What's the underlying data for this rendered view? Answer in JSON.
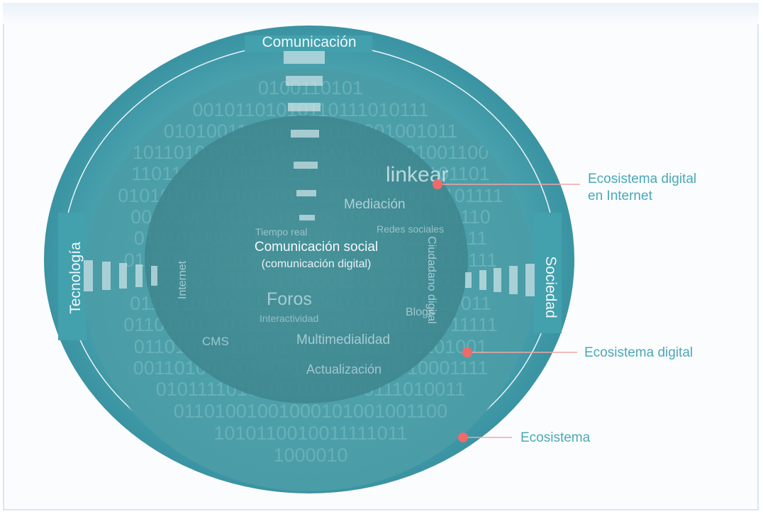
{
  "diagram": {
    "ring_labels": {
      "top": "Comunicación",
      "left": "Tecnología",
      "right": "Sociedad"
    },
    "center": {
      "title": "Comunicación social",
      "subtitle": "(comunicación digital)"
    },
    "inner_terms": {
      "linkear": "linkear",
      "mediacion": "Mediación",
      "foros": "Foros",
      "multimedialidad": "Multimedialidad",
      "actualizacion": "Actualización",
      "internet": "Internet",
      "ciudadano_digital": "Ciudadano digital",
      "cms": "CMS",
      "blogs": "Blogs",
      "tiempo_real": "Tiempo real",
      "redes_sociales": "Redes sociales",
      "interactividad": "Interactividad"
    },
    "binary_rows": [
      "0100110101",
      "00101101010110111010111",
      "0101001101001010110001001011",
      "1011010100101110101010101001001100",
      "11011011010011011101101001011101101",
      "0101011011010100100110001010010101111",
      "00101001011110101000100101011111110",
      "0101010000011011010011001011010111",
      "010101010110010011010001100110110111",
      "0011010011101100001101001110011",
      "01101101000111011000101101011010011",
      "0110110111011110110101001101011011111",
      "0110101001100110100110110101101001",
      "0011010010010001011010010010001111",
      "010111101010001001100111010011",
      "01101001001000101001001100",
      "1010110010011111011",
      "1000010"
    ],
    "callouts": [
      {
        "label": "Ecosistema digital\nen Internet"
      },
      {
        "label": "Ecosistema digital"
      },
      {
        "label": "Ecosistema"
      }
    ],
    "colors": {
      "outer_ring": "#3c9aa9",
      "middle_disc": "#4b9ea8",
      "inner_disc": "#3f8e95",
      "text_light": "#e8f4f6",
      "callout_text": "#4aa8b7",
      "marker": "#ef6b6b"
    }
  }
}
